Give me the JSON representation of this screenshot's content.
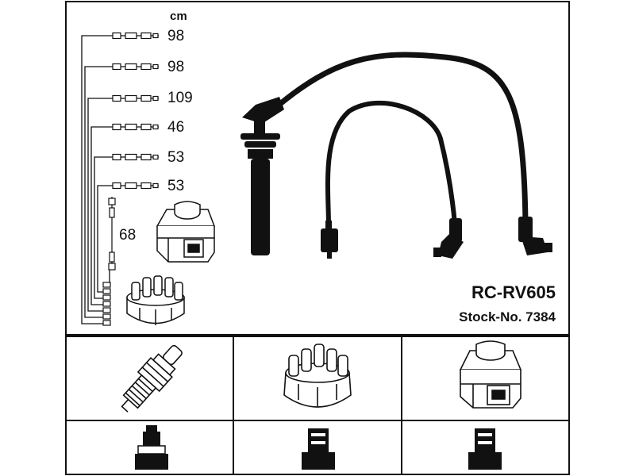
{
  "unit": "cm",
  "lengths": [
    "98",
    "98",
    "109",
    "46",
    "53",
    "53",
    "68"
  ],
  "model": "RC-RV605",
  "stock": "Stock-No. 7384"
}
